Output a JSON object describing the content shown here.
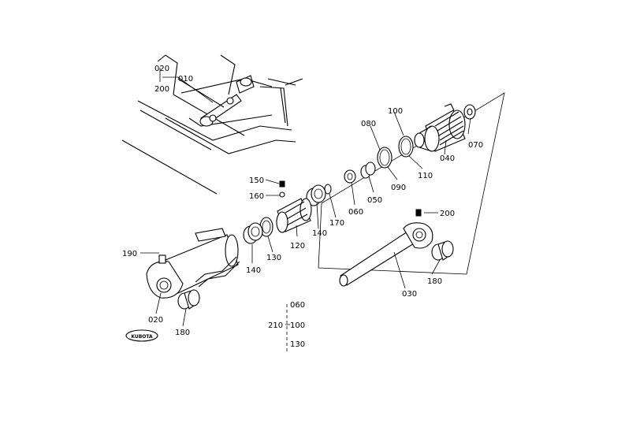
{
  "callouts": {
    "c020_top": "020",
    "c200_top": "200",
    "c010": "010",
    "c100_top": "100",
    "c080": "080",
    "c070": "070",
    "c040": "040",
    "c110": "110",
    "c090": "090",
    "c050": "050",
    "c060": "060",
    "c150": "150",
    "c160": "160",
    "c170": "170",
    "c140_a": "140",
    "c120": "120",
    "c130_a": "130",
    "c140_b": "140",
    "c200_right": "200",
    "c190": "190",
    "c180_right": "180",
    "c030": "030",
    "c020_bottom": "020",
    "c180_left": "180",
    "c060_set": "060",
    "c210": "210",
    "c100_set": "100",
    "c130_set": "130"
  },
  "logo_text": "KUBOTA"
}
